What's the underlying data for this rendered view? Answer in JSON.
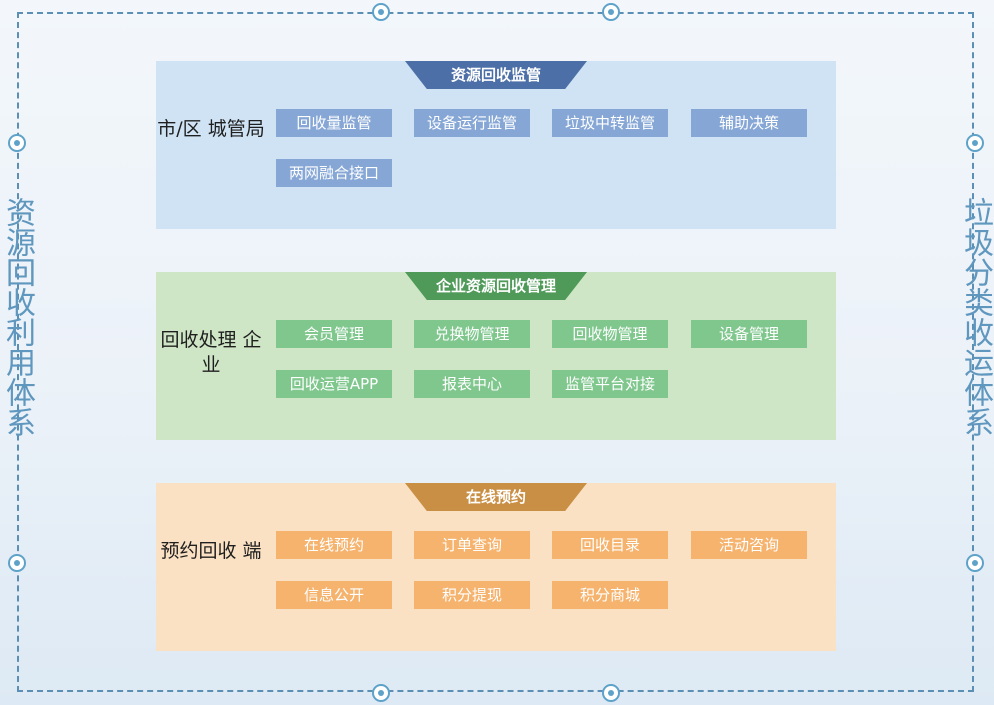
{
  "left_side": "资源回收利用体系",
  "right_side": "垃圾分类收运体系",
  "sections": [
    {
      "ribbon": "资源回收监管",
      "title": "市/区 城管局",
      "buttons": [
        "回收量监管",
        "设备运行监管",
        "垃圾中转监管",
        "辅助决策",
        "两网融合接口"
      ]
    },
    {
      "ribbon": "企业资源回收管理",
      "title": "回收处理 企业",
      "buttons": [
        "会员管理",
        "兑换物管理",
        "回收物管理",
        "设备管理",
        "回收运营APP",
        "报表中心",
        "监管平台对接"
      ]
    },
    {
      "ribbon": "在线预约",
      "title": "预约回收 端",
      "buttons": [
        "在线预约",
        "订单查询",
        "回收目录",
        "活动咨询",
        "信息公开",
        "积分提现",
        "积分商城"
      ]
    }
  ]
}
